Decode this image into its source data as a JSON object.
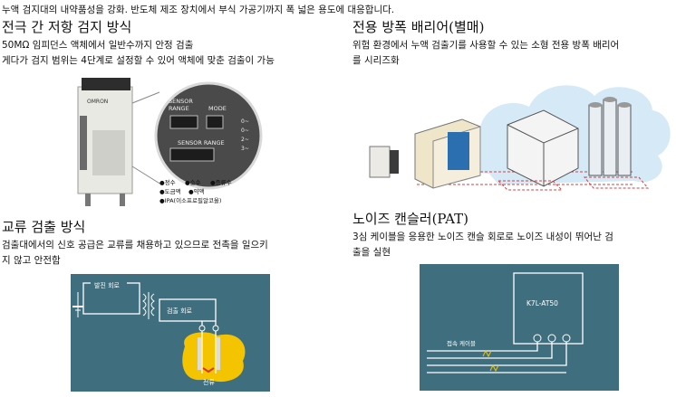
{
  "top_line": "누액 검지대의 내약품성을 강화. 반도체 제조 장치에서 부식 가공기까지 폭 넓은 용도에 대응합니다.",
  "sec1": {
    "title": "전극 간 저항 검지 방식",
    "line1": "50MΩ 임피던스 액체에서 일반수까지 안정 검출",
    "line2": "게다가 검지 범위는 4단계로 설정할 수 있어 액체에 맞춘 검출이 가능",
    "device": {
      "brand": "OMRON",
      "dial_labels": [
        "SENSOR",
        "RANGE",
        "MODE"
      ],
      "sensor_range_label": "SENSOR RANGE",
      "range_values": [
        "0~",
        "0~",
        "2~",
        "3~"
      ],
      "legend": [
        "●정수",
        "●순수",
        "●증류수",
        "●도금액",
        "●약액",
        "●IPA(이소프로필알코올)"
      ]
    }
  },
  "sec2": {
    "title": "전용 방폭 배리어(별매)",
    "line1": "위험 환경에서 누액 검출기를 사용할 수 있는 소형 전용 방폭 배리어",
    "line2": "를 시리즈화"
  },
  "sec3": {
    "title": "교류 검출 방식",
    "line1": "검출대에서의 신호 공급은 교류를 채용하고 있으므로 전촉을 일으키",
    "line2": "지 않고 안전함",
    "diagram": {
      "osc_label": "발진 회로",
      "det_label": "검출 회로",
      "current_label": "전류"
    }
  },
  "sec4": {
    "title": "노이즈 캔슬러(PAT)",
    "line1": "3심 케이블을 응용한 노이즈 캔슬 회로로 노이즈 내성이 뛰어난 검",
    "line2": "출을 실현",
    "diagram": {
      "unit_label": "K7L-AT50",
      "cable_label": "접속 케이블"
    }
  },
  "colors": {
    "panel": "#3f6f7f",
    "cloud": "#d6e9f7",
    "highlight": "#f5c400",
    "wire": "#ffffff"
  }
}
